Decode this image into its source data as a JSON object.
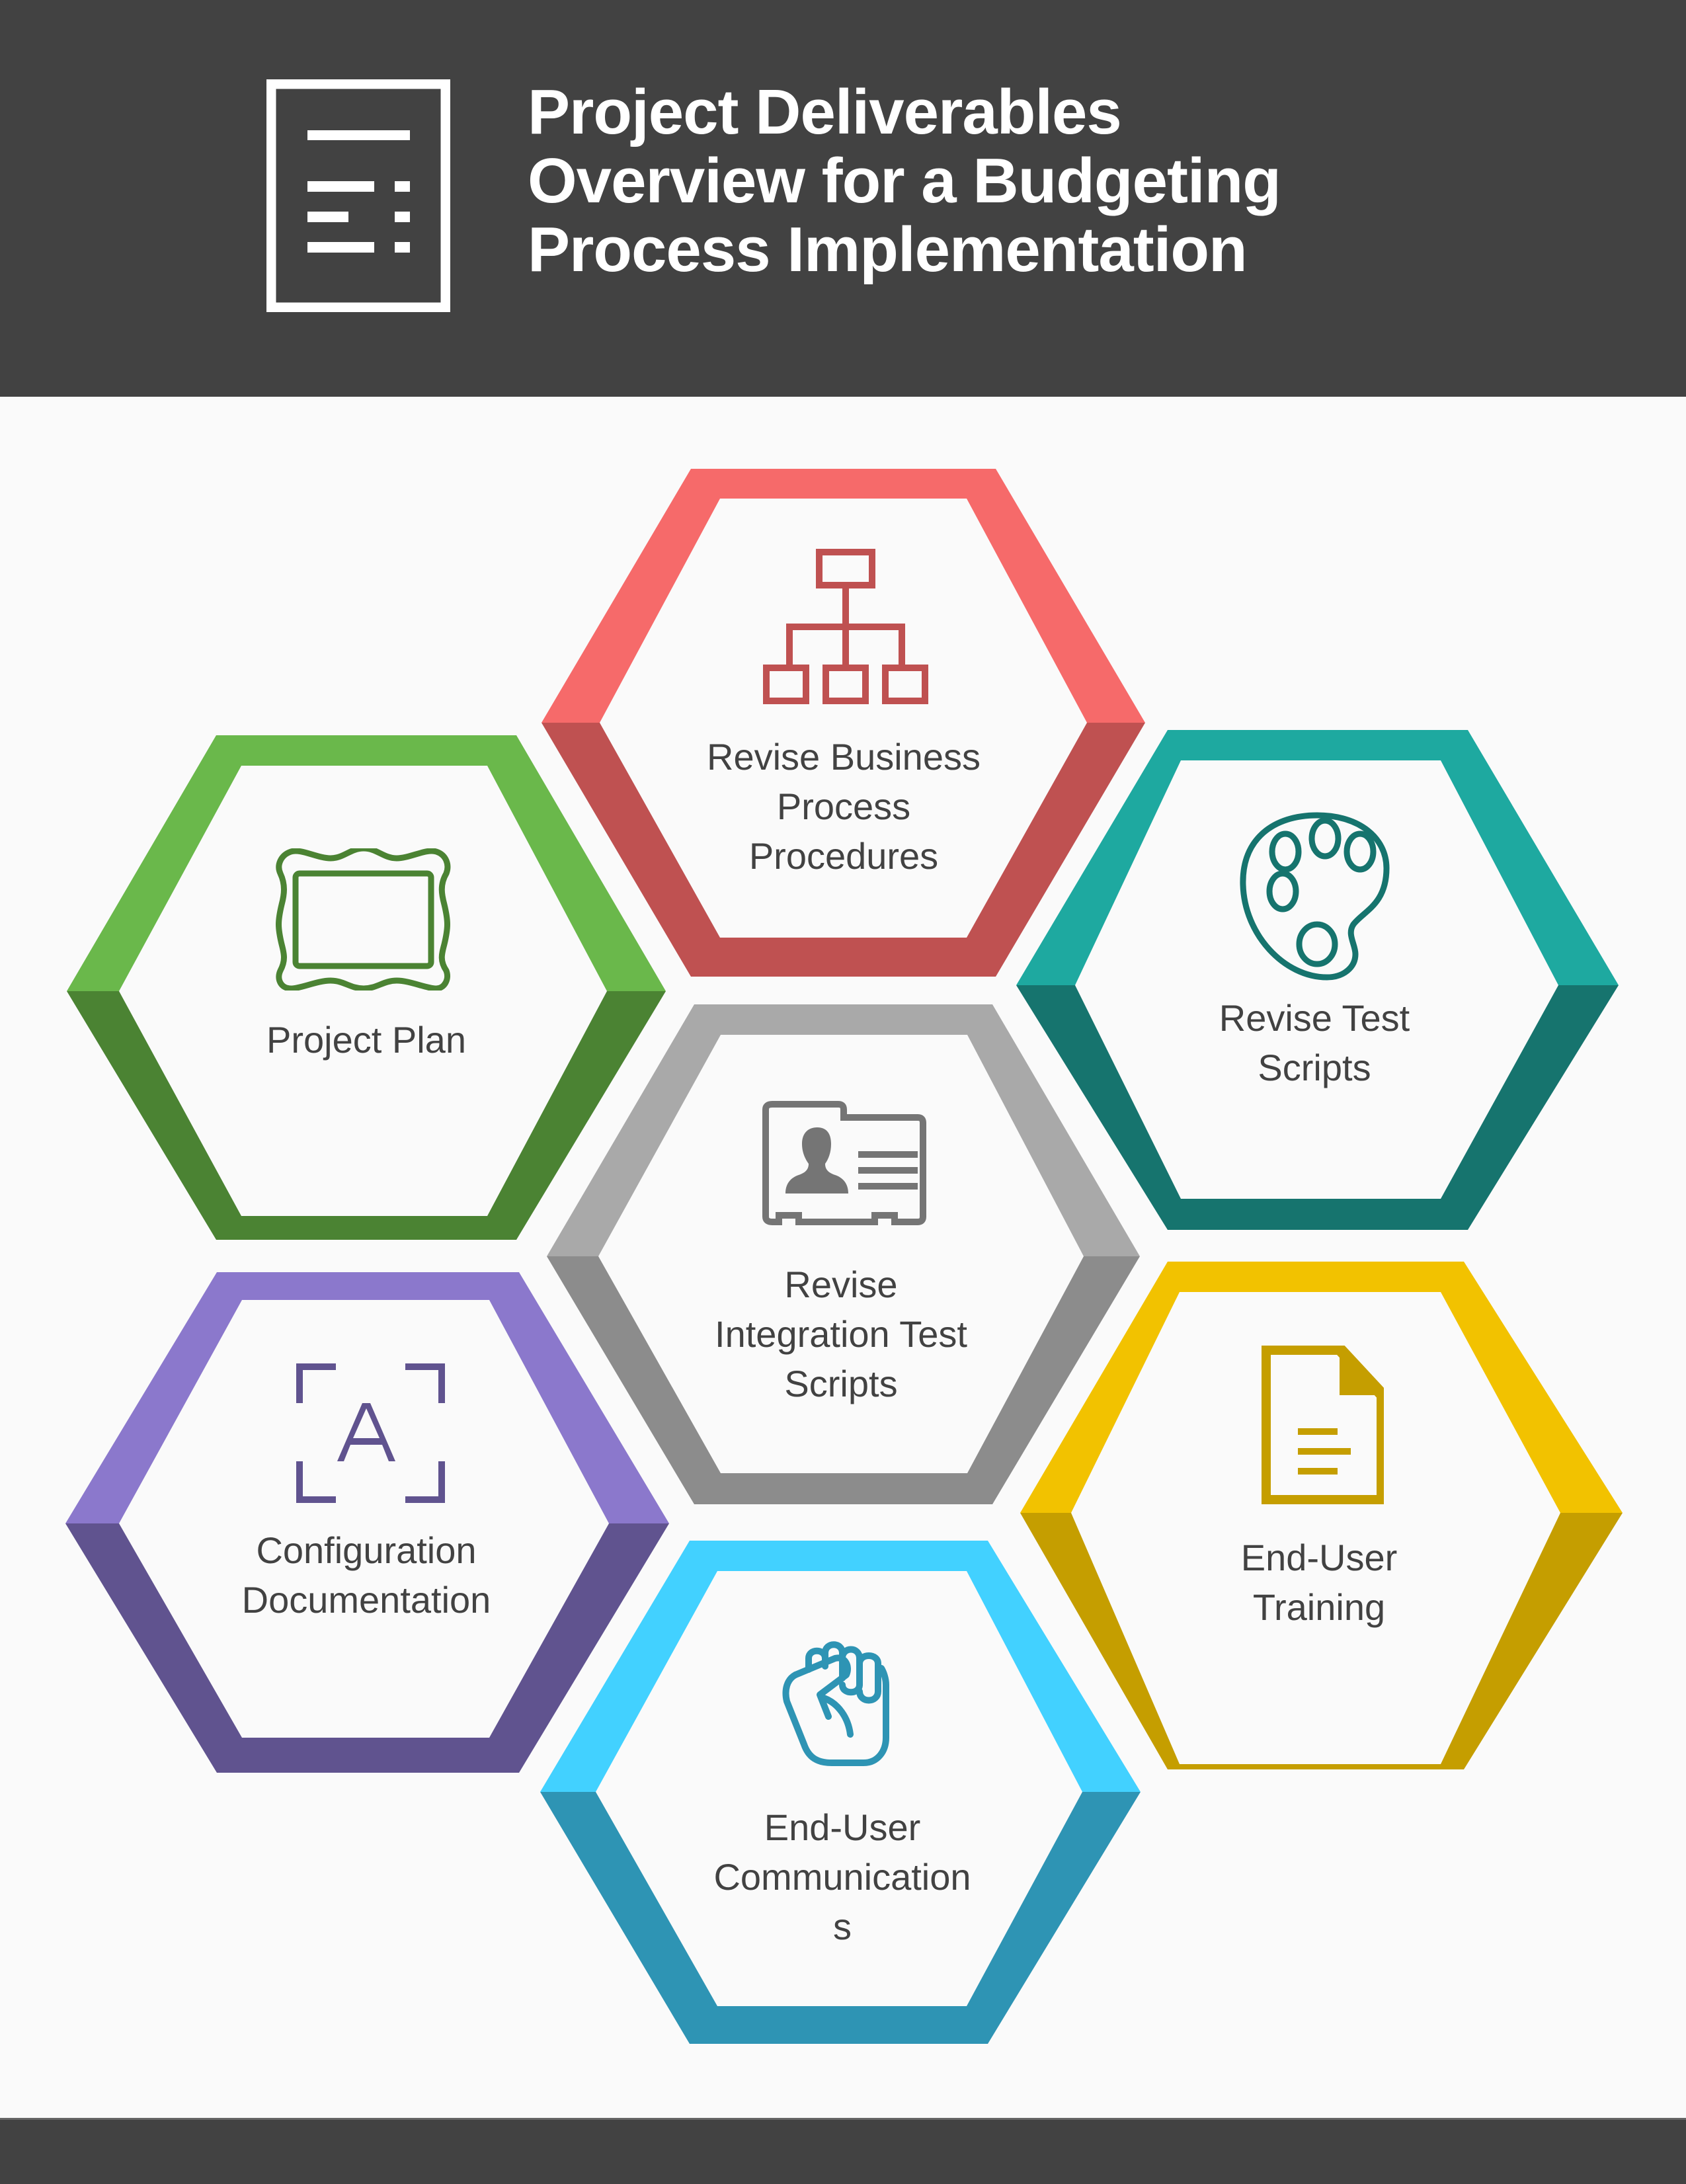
{
  "header": {
    "title_lines": [
      "Project Deliverables",
      "Overview for a Budgeting",
      "Process Implementation"
    ],
    "icon": "document-list-icon",
    "background_color": "#424242",
    "text_color": "#ffffff"
  },
  "diagram": {
    "layout": "hexagon-honeycomb",
    "background_color": "#fafafa",
    "label_color": "#424242",
    "nodes": [
      {
        "id": "revise-business-process-procedures",
        "label_lines": [
          "Revise Business",
          "Process",
          "Procedures"
        ],
        "icon": "org-chart-icon",
        "color_top": "#f66a6a",
        "color_bottom": "#bf5151",
        "position": "top-center"
      },
      {
        "id": "project-plan",
        "label_lines": [
          "Project Plan"
        ],
        "icon": "picture-frame-icon",
        "color_top": "#6ab84b",
        "color_bottom": "#4b8333",
        "position": "upper-left"
      },
      {
        "id": "revise-test-scripts",
        "label_lines": [
          "Revise Test",
          "Scripts"
        ],
        "icon": "palette-icon",
        "color_top": "#1ea9a0",
        "color_bottom": "#16746e",
        "position": "upper-right"
      },
      {
        "id": "revise-integration-test-scripts",
        "label_lines": [
          "Revise",
          "Integration Test",
          "Scripts"
        ],
        "icon": "contact-card-icon",
        "color_top": "#a9a9a9",
        "color_bottom": "#8c8c8c",
        "position": "center"
      },
      {
        "id": "configuration-documentation",
        "label_lines": [
          "Configuration",
          "Documentation"
        ],
        "icon": "text-recognition-icon",
        "color_top": "#8b78cc",
        "color_bottom": "#60538f",
        "position": "lower-left"
      },
      {
        "id": "end-user-training",
        "label_lines": [
          "End-User",
          "Training"
        ],
        "icon": "document-icon",
        "color_top": "#f2c200",
        "color_bottom": "#c59e00",
        "position": "lower-right"
      },
      {
        "id": "end-user-communications",
        "label_lines": [
          "End-User",
          "Communication",
          "s"
        ],
        "icon": "raised-fist-icon",
        "color_top": "#42d1ff",
        "color_bottom": "#2e94b4",
        "position": "bottom-center"
      }
    ]
  },
  "footer": {
    "background_color": "#424242"
  }
}
